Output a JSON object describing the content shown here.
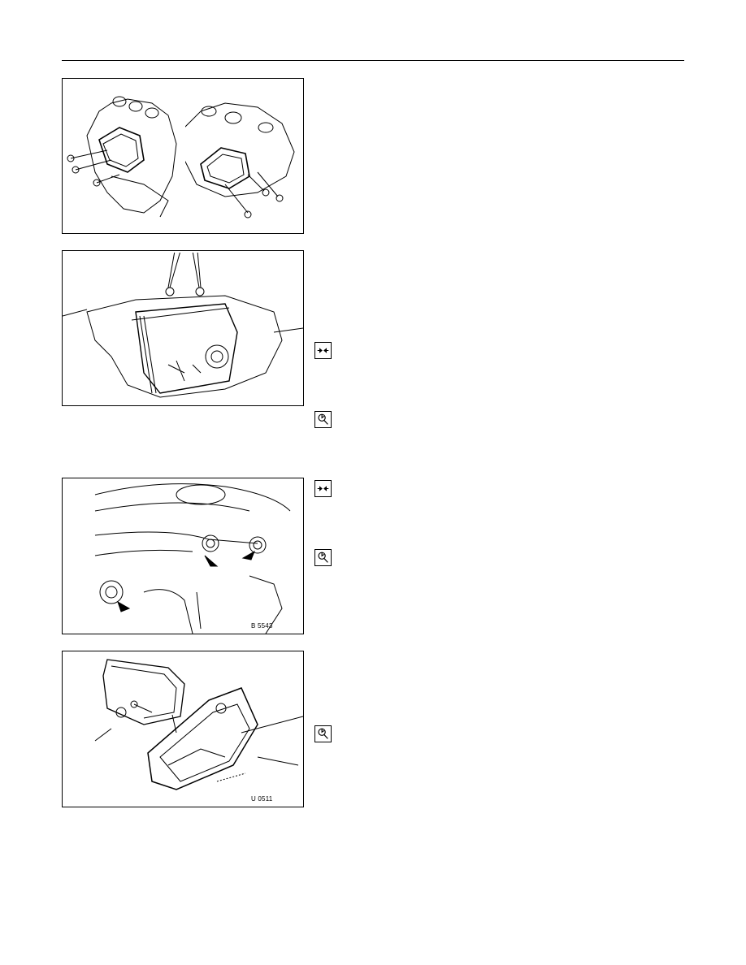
{
  "figures": [
    {
      "id": "fig1",
      "name": "engine-mount-brackets-figure",
      "code": ""
    },
    {
      "id": "fig2",
      "name": "engine-hoist-figure",
      "code": ""
    },
    {
      "id": "fig3",
      "name": "mount-bolts-figure",
      "code": "B 5543"
    },
    {
      "id": "fig4",
      "name": "mount-insulator-figure",
      "code": "U 0511"
    }
  ],
  "symbols": [
    {
      "name": "alignment-arrows-icon",
      "kind": "arrows"
    },
    {
      "name": "torque-wrench-icon",
      "kind": "wrench"
    },
    {
      "name": "alignment-arrows-icon",
      "kind": "arrows"
    },
    {
      "name": "torque-wrench-icon",
      "kind": "wrench"
    },
    {
      "name": "torque-wrench-icon",
      "kind": "wrench"
    }
  ]
}
